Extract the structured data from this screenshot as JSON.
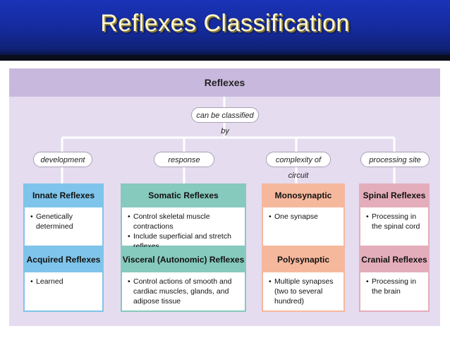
{
  "title": "Reflexes Classification",
  "diagram": {
    "root": "Reflexes",
    "connector": "can be classified by",
    "criteria": [
      "development",
      "response",
      "complexity of circuit",
      "processing site"
    ],
    "columns": [
      {
        "criterion": "development",
        "color": "#7fc4ea",
        "boxes": [
          {
            "title": "Innate Reflexes",
            "items": [
              "Genetically determined"
            ]
          },
          {
            "title": "Acquired Reflexes",
            "items": [
              "Learned"
            ]
          }
        ]
      },
      {
        "criterion": "response",
        "color": "#86c9bd",
        "boxes": [
          {
            "title": "Somatic Reflexes",
            "items": [
              "Control skeletal muscle contractions",
              "Include superficial and stretch reflexes"
            ]
          },
          {
            "title": "Visceral (Autonomic) Reflexes",
            "items": [
              "Control actions of smooth and cardiac muscles, glands, and adipose tissue"
            ]
          }
        ]
      },
      {
        "criterion": "complexity of circuit",
        "color": "#f6b89d",
        "boxes": [
          {
            "title": "Monosynaptic",
            "items": [
              "One synapse"
            ]
          },
          {
            "title": "Polysynaptic",
            "items": [
              "Multiple synapses (two to several hundred)"
            ]
          }
        ]
      },
      {
        "criterion": "processing site",
        "color": "#e4adbc",
        "boxes": [
          {
            "title": "Spinal Reflexes",
            "items": [
              "Processing in the spinal cord"
            ]
          },
          {
            "title": "Cranial Reflexes",
            "items": [
              "Processing in the brain"
            ]
          }
        ]
      }
    ]
  }
}
